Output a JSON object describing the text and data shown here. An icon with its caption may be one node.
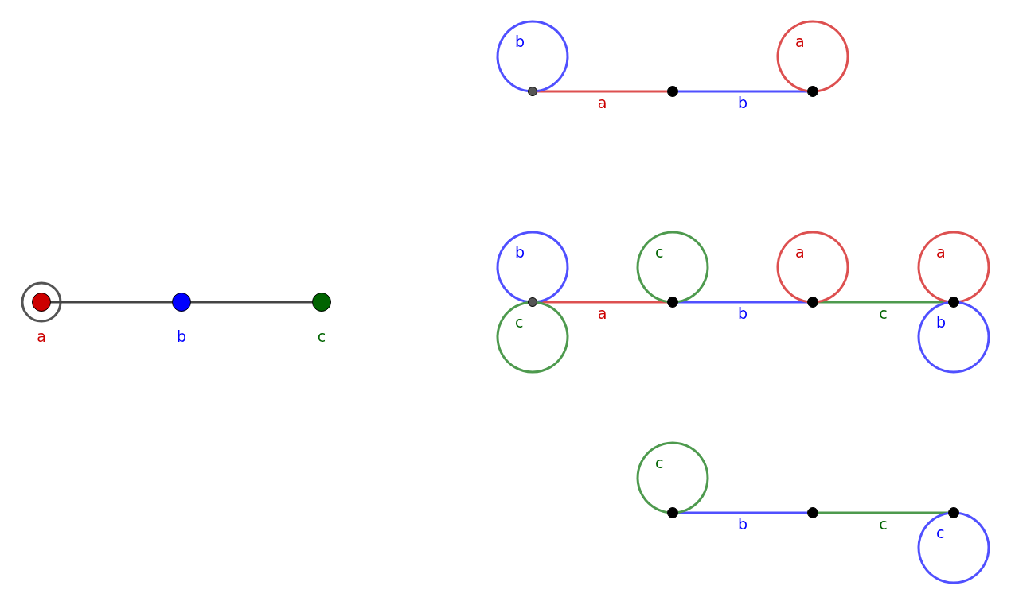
{
  "diagram": {
    "nodes": [
      {
        "text": [
          "a"
        ]
      },
      {
        "text": [
          "b"
        ]
      },
      {
        "text": [
          "c"
        ]
      },
      {
        "text": [],
        "shape": "circle"
      },
      {
        "text": [],
        "shape": "circle"
      },
      {
        "text": [],
        "shape": "circle"
      },
      {
        "text": [],
        "shape": "circle"
      },
      {
        "text": [],
        "shape": "circle"
      },
      {
        "text": [],
        "shape": "circle"
      },
      {
        "text": [],
        "shape": "circle"
      },
      {
        "text": [],
        "shape": "circle"
      },
      {
        "text": [],
        "shape": "circle"
      },
      {
        "text": [],
        "shape": "circle"
      }
    ],
    "edges": [
      {
        "from": 0,
        "to": 1,
        "arrow": "none",
        "color": "#444444"
      },
      {
        "from": 1,
        "to": 2,
        "arrow": "none",
        "color": "#444444"
      },
      {
        "from": 3,
        "to": 4,
        "arrow": "none",
        "label": "a",
        "color": "#dd5050"
      },
      {
        "from": 4,
        "to": 5,
        "arrow": "none",
        "label": "b",
        "color": "#5050ff"
      },
      {
        "from": 3,
        "to": 3,
        "arrow": "none",
        "label": "b",
        "color": "#5050ff"
      },
      {
        "from": 5,
        "to": 5,
        "arrow": "none",
        "label": "a",
        "color": "#dd5050"
      },
      {
        "from": 6,
        "to": 7,
        "arrow": "none",
        "label": "a",
        "color": "#dd5050"
      },
      {
        "from": 7,
        "to": 8,
        "arrow": "none",
        "label": "b",
        "color": "#5050ff"
      },
      {
        "from": 8,
        "to": 9,
        "arrow": "none",
        "label": "c",
        "color": "#4e9a4e"
      },
      {
        "from": 6,
        "to": 6,
        "arrow": "none",
        "label": "b",
        "color": "#5050ff"
      },
      {
        "from": 6,
        "to": 6,
        "arrow": "none",
        "label": "c",
        "color": "#4e9a4e"
      },
      {
        "from": 7,
        "to": 7,
        "arrow": "none",
        "label": "c",
        "color": "#4e9a4e"
      },
      {
        "from": 8,
        "to": 8,
        "arrow": "none",
        "label": "a",
        "color": "#dd5050"
      },
      {
        "from": 9,
        "to": 9,
        "arrow": "none",
        "label": "a",
        "color": "#dd5050"
      },
      {
        "from": 9,
        "to": 9,
        "arrow": "none",
        "label": "b",
        "color": "#5050ff"
      },
      {
        "from": 10,
        "to": 11,
        "arrow": "none",
        "label": "b",
        "color": "#5050ff"
      },
      {
        "from": 11,
        "to": 12,
        "arrow": "none",
        "label": "c",
        "color": "#4e9a4e"
      },
      {
        "from": 10,
        "to": 10,
        "arrow": "none",
        "label": "c",
        "color": "#4e9a4e"
      },
      {
        "from": 12,
        "to": 12,
        "arrow": "none",
        "label": "c",
        "color": "#5050ff"
      }
    ]
  }
}
